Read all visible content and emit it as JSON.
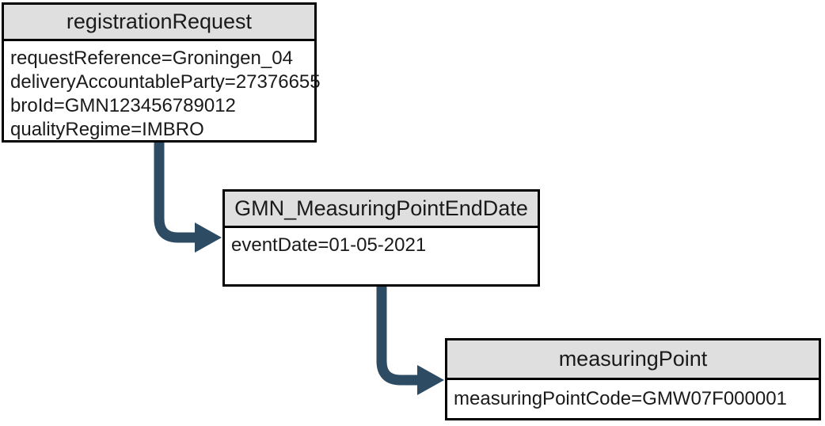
{
  "diagram": {
    "nodes": {
      "registrationRequest": {
        "title": "registrationRequest",
        "attributes": {
          "0": "requestReference=Groningen_04",
          "1": "deliveryAccountableParty=27376655",
          "2": "broId=GMN123456789012",
          "3": "qualityRegime=IMBRO"
        }
      },
      "gmnMeasuringPointEndDate": {
        "title": "GMN_MeasuringPointEndDate",
        "attributes": {
          "0": "eventDate=01-05-2021"
        }
      },
      "measuringPoint": {
        "title": "measuringPoint",
        "attributes": {
          "0": "measuringPointCode=GMW07F000001"
        }
      }
    },
    "colors": {
      "arrow": "#2d4b63",
      "header_bg": "#dfdfdf",
      "border": "#000000",
      "background": "#ffffff"
    }
  }
}
